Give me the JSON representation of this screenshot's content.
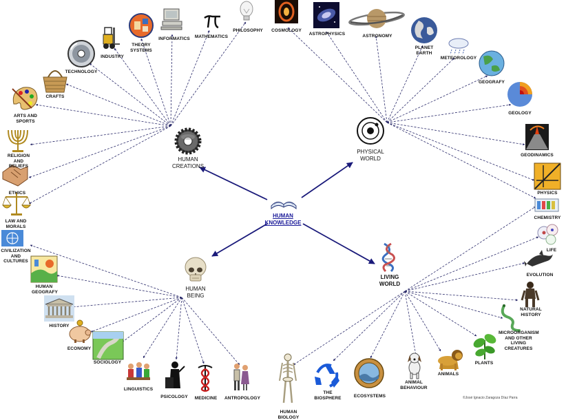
{
  "center": {
    "line1": "HUMAN",
    "line2": "KNOWLEDGE"
  },
  "hubs": {
    "human_creations": {
      "line1": "HUMAN",
      "line2": "CREATIONS"
    },
    "physical_world": {
      "line1": "PHYSICAL",
      "line2": "WORLD"
    },
    "human_being": {
      "line1": "HUMAN",
      "line2": "BEING"
    },
    "living_world": {
      "line1": "LIVING",
      "line2": "WORLD"
    }
  },
  "human_creations": {
    "technology": "TECHNOLOGY",
    "industry": "INDUSTRY",
    "theory_systems": "THEORY SYSTEMS",
    "informatics": "INFORMATICS",
    "mathematics": "MATHEMATICS",
    "philosophy": "PHILOSOPHY",
    "crafts": "CRAFTS",
    "arts_sports": "ARTS AND SPORTS",
    "religion": "RELIGION AND BELIEFS",
    "ethics": "ETHICS",
    "law": "LAW AND MORALS"
  },
  "physical_world": {
    "cosmology": "COSMOLOGY",
    "astrophysics": "ASTROPHYSICS",
    "astronomy": "ASTRONOMY",
    "planet_earth": "PLANET EARTH",
    "meteorology": "METEOROLOGY",
    "geography": "GEOGRAFY",
    "geology": "GEOLOGY",
    "geodinamics": "GEODINAMICS",
    "physics": "PHYSICS",
    "chemistry": "CHEMISTRY"
  },
  "human_being": {
    "civilization": "CIVILIZATION AND CULTURES",
    "human_geography": "HUMAN GEOGRAFY",
    "history": "HISTORY",
    "economy": "ECONOMY",
    "sociology": "SOCIOLOGY",
    "linguistics": "LINGUISTICS",
    "psicology": "PSICOLOGY",
    "medicine": "MEDICINE",
    "antropology": "ANTROPOLOGY"
  },
  "living_world": {
    "life": "LIFE",
    "evolution": "EVOLUTION",
    "natural_history": "NATURAL HISTORY",
    "microorganism": "MICROORGANISM AND OTHER LIVING CREATURES",
    "plants": "PLANTS",
    "animals": "ANIMALS",
    "animal_behaviour": "ANIMAL BEHAVIOUR",
    "ecosystems": "ECOSYSTEMS",
    "biosphere": "THE BIOSPHERE",
    "human_biology": "HUMAN BIOLOGY"
  },
  "credit": "©José Ignacio Zaragoza Díaz Parra",
  "colors": {
    "main_arrow": "#1a1a7a",
    "thin_arrow": "#2a2a6a",
    "link_text": "#1a1a99"
  }
}
